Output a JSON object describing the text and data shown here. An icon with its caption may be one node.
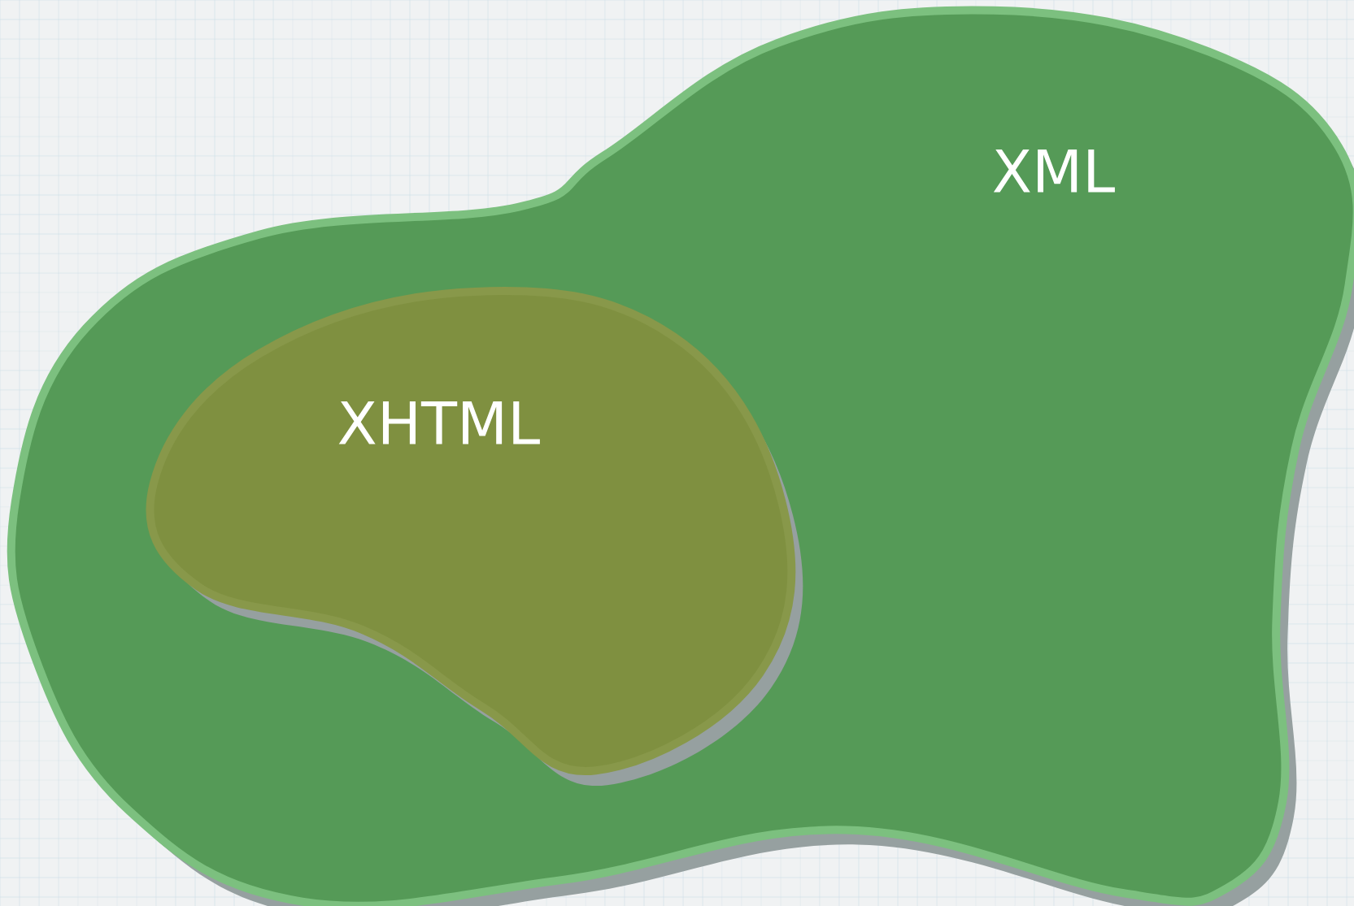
{
  "diagram": {
    "nodes": [
      {
        "text": [
          "XML"
        ]
      },
      {
        "text": [
          "XHTML"
        ],
        "in": 0
      }
    ]
  }
}
